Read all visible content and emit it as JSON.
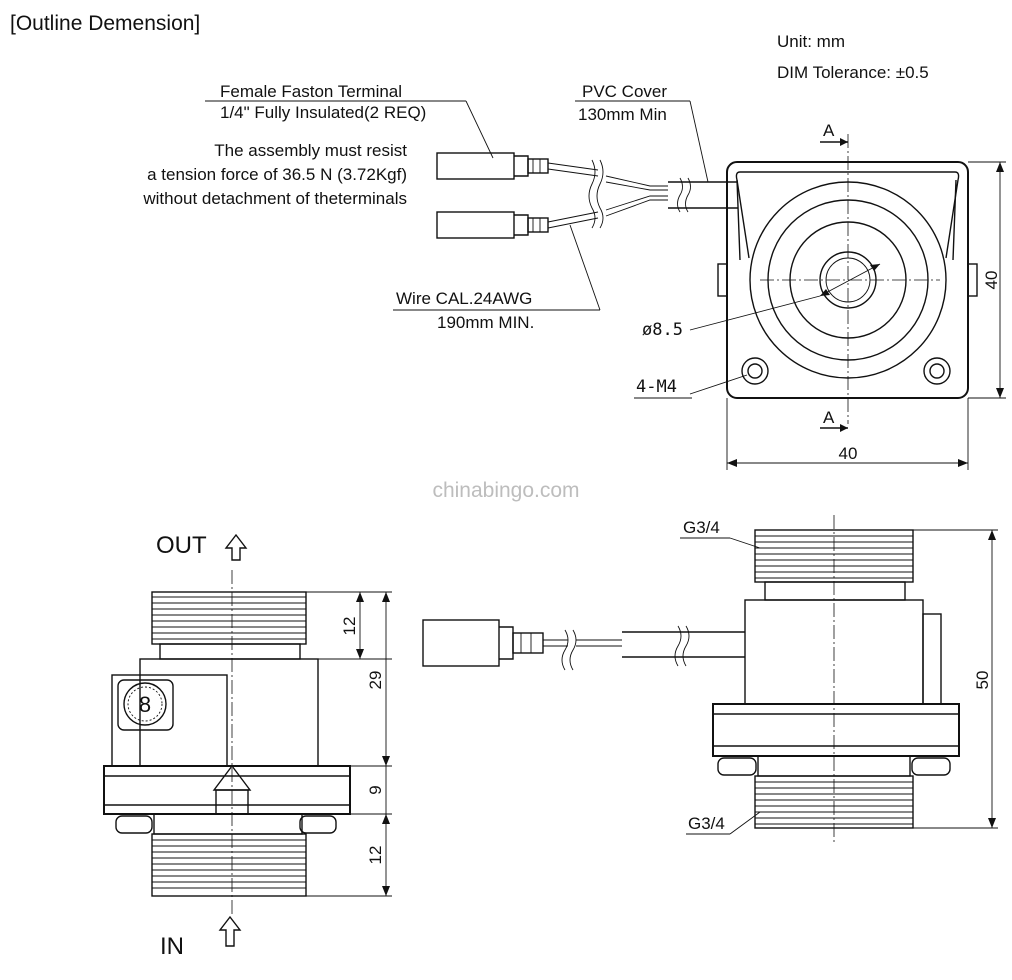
{
  "title": "[Outline Demension]",
  "unit": "Unit:  mm",
  "tolerance": "DIM Tolerance: ±0.5",
  "labels": {
    "faston_1": "Female Faston Terminal",
    "faston_2": "1/4\" Fully Insulated(2 REQ)",
    "tension_1": "The assembly must resist",
    "tension_2": "a tension force of 36.5 N (3.72Kgf)",
    "tension_3": "without detachment of theterminals",
    "pvc_1": "PVC Cover",
    "pvc_2": "130mm Min",
    "wire_1": "Wire CAL.24AWG",
    "wire_2": "190mm MIN.",
    "hole_dia": "ø8.5",
    "mount_holes": "4-M4",
    "section_top": "A",
    "section_bottom": "A",
    "thread_top": "G3/4",
    "thread_bottom": "G3/4",
    "out": "OUT",
    "in": "IN",
    "watermark": "chinabingo.com"
  },
  "dimensions": {
    "top_height": "40",
    "top_width": "40",
    "front_12_top": "12",
    "front_29": "29",
    "front_9": "9",
    "front_12_bottom": "12",
    "side_height": "50"
  },
  "colors": {
    "line": "#111111",
    "watermark": "#bdbdbd",
    "background": "#ffffff"
  }
}
